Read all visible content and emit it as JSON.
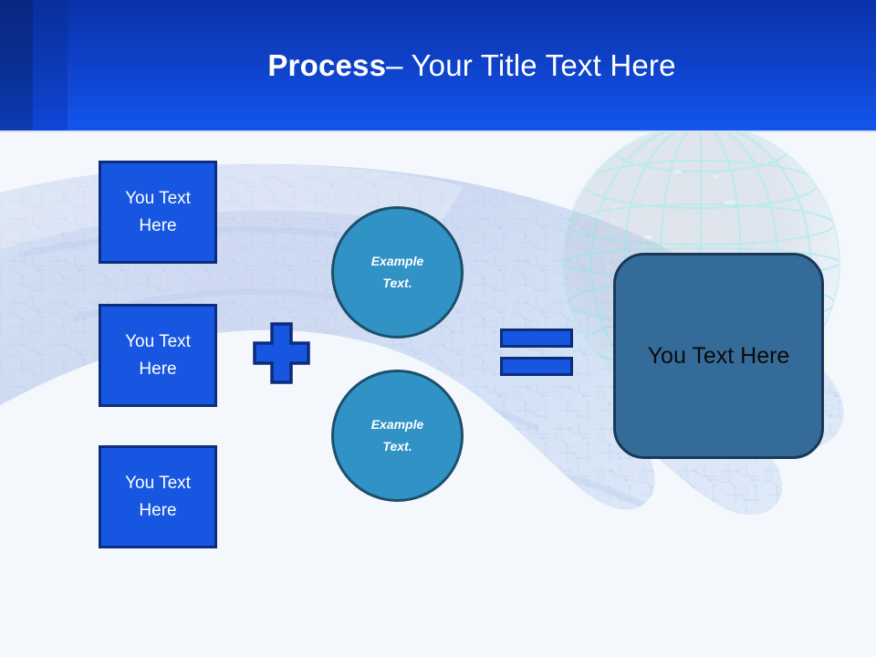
{
  "slide": {
    "background_color": "#F4F7FC",
    "header": {
      "title_bold": "Process",
      "title_rest": " – Your Title Text Here",
      "gradient_from": "#0A31A8",
      "gradient_to": "#1355EE"
    },
    "inputs": {
      "boxes": [
        {
          "label": "You Text Here"
        },
        {
          "label": "You Text Here"
        },
        {
          "label": "You Text Here"
        }
      ],
      "fill_color": "#1756E0",
      "border_color": "#0C2C7C"
    },
    "operators": {
      "plus_symbol": "+",
      "equals_symbol": "=",
      "color": "#1756E0"
    },
    "circles": [
      {
        "line1": "Example",
        "line2": "Text."
      },
      {
        "line1": "Example",
        "line2": "Text."
      }
    ],
    "circle_fill": "#3192C6",
    "circle_border": "#1C4F6B",
    "result": {
      "label": "You Text Here",
      "fill_color": "#346B99",
      "border_color": "#18395B",
      "text_color": "#0A0A0A"
    },
    "decor": {
      "globe": "wireframe-globe-image",
      "hand": "circuit-board-hand-image"
    }
  }
}
